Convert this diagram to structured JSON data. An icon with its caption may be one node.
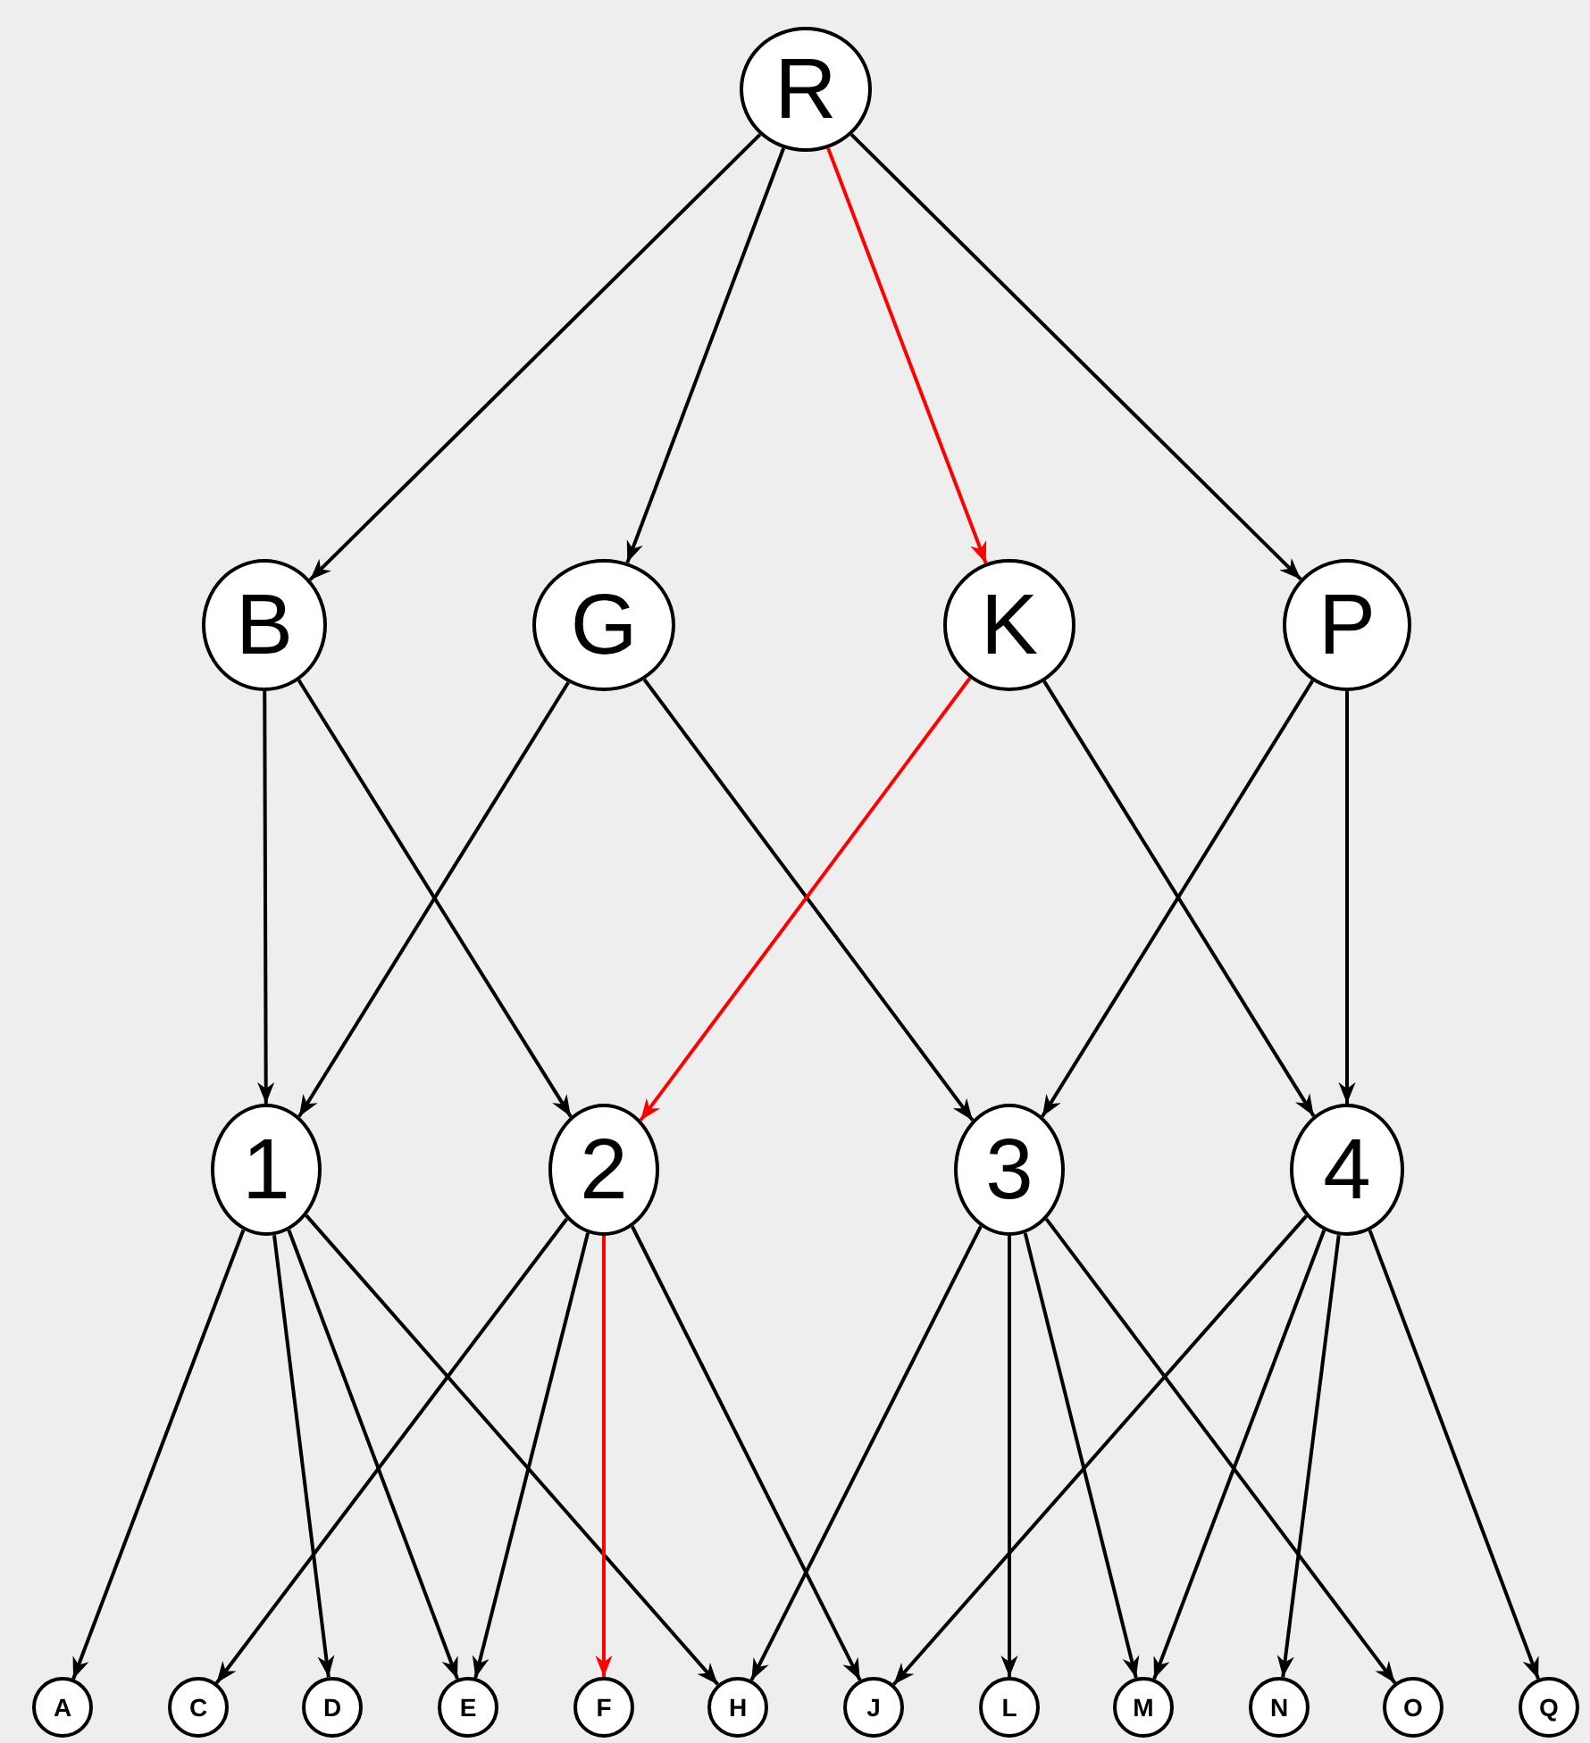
{
  "diagram": {
    "nodes": [
      {
        "text": [
          "R"
        ]
      },
      {
        "text": [
          "B"
        ]
      },
      {
        "text": [
          "G"
        ]
      },
      {
        "text": [
          "K"
        ]
      },
      {
        "text": [
          "P"
        ]
      },
      {
        "text": [
          "1"
        ]
      },
      {
        "text": [
          "2"
        ]
      },
      {
        "text": [
          "3"
        ]
      },
      {
        "text": [
          "4"
        ]
      },
      {
        "text": [
          "A"
        ]
      },
      {
        "text": [
          "C"
        ]
      },
      {
        "text": [
          "D"
        ]
      },
      {
        "text": [
          "E"
        ]
      },
      {
        "text": [
          "F"
        ]
      },
      {
        "text": [
          "H"
        ]
      },
      {
        "text": [
          "J"
        ]
      },
      {
        "text": [
          "L"
        ]
      },
      {
        "text": [
          "M"
        ]
      },
      {
        "text": [
          "N"
        ]
      },
      {
        "text": [
          "O"
        ]
      },
      {
        "text": [
          "Q"
        ]
      }
    ],
    "edges": [
      {
        "from": 0,
        "to": 1,
        "arrow": "to"
      },
      {
        "from": 0,
        "to": 2,
        "arrow": "to"
      },
      {
        "from": 0,
        "to": 3,
        "arrow": "to",
        "color": "#ff0000"
      },
      {
        "from": 0,
        "to": 4,
        "arrow": "to"
      },
      {
        "from": 1,
        "to": 5,
        "arrow": "to"
      },
      {
        "from": 1,
        "to": 6,
        "arrow": "to"
      },
      {
        "from": 2,
        "to": 5,
        "arrow": "to"
      },
      {
        "from": 2,
        "to": 7,
        "arrow": "to"
      },
      {
        "from": 3,
        "to": 6,
        "arrow": "to",
        "color": "#ff0000"
      },
      {
        "from": 3,
        "to": 8,
        "arrow": "to"
      },
      {
        "from": 4,
        "to": 7,
        "arrow": "to"
      },
      {
        "from": 4,
        "to": 8,
        "arrow": "to"
      },
      {
        "from": 5,
        "to": 9,
        "arrow": "to"
      },
      {
        "from": 5,
        "to": 11,
        "arrow": "to"
      },
      {
        "from": 5,
        "to": 12,
        "arrow": "to"
      },
      {
        "from": 5,
        "to": 14,
        "arrow": "to"
      },
      {
        "from": 6,
        "to": 10,
        "arrow": "to"
      },
      {
        "from": 6,
        "to": 12,
        "arrow": "to"
      },
      {
        "from": 6,
        "to": 13,
        "arrow": "to",
        "color": "#ff0000"
      },
      {
        "from": 6,
        "to": 15,
        "arrow": "to"
      },
      {
        "from": 7,
        "to": 14,
        "arrow": "to"
      },
      {
        "from": 7,
        "to": 16,
        "arrow": "to"
      },
      {
        "from": 7,
        "to": 17,
        "arrow": "to"
      },
      {
        "from": 7,
        "to": 19,
        "arrow": "to"
      },
      {
        "from": 8,
        "to": 15,
        "arrow": "to"
      },
      {
        "from": 8,
        "to": 17,
        "arrow": "to"
      },
      {
        "from": 8,
        "to": 18,
        "arrow": "to"
      },
      {
        "from": 8,
        "to": 20,
        "arrow": "to"
      }
    ]
  }
}
